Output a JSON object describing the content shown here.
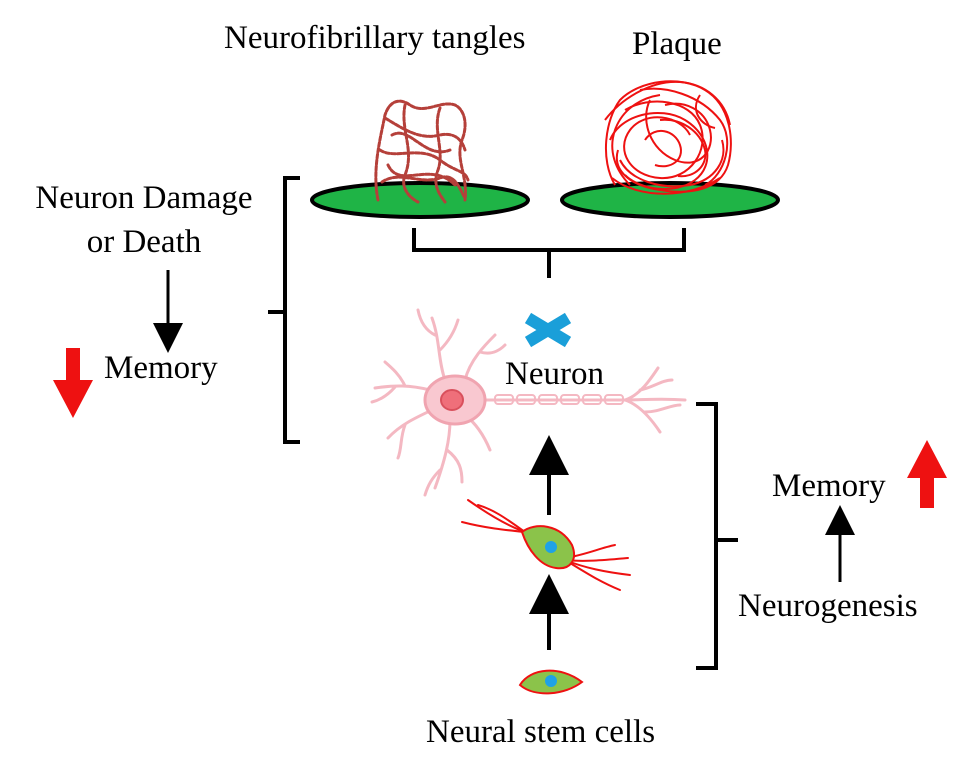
{
  "labels": {
    "tangles": "Neurofibrillary tangles",
    "plaque": "Plaque",
    "damage_line1": "Neuron Damage",
    "damage_line2": "or Death",
    "memory_left": "Memory",
    "neuron": "Neuron",
    "memory_right": "Memory",
    "neurogenesis": "Neurogenesis",
    "stem_cells": "Neural stem cells"
  },
  "colors": {
    "disc_fill": "#1fb446",
    "plaque_red": "#ee1111",
    "tangle_brown": "#b5403a",
    "neuron_pink": "#f4b8c2",
    "soma_fill": "#f9c8d0",
    "nucleus": "#ef6f7a",
    "cross_blue": "#1a9fd9",
    "stem_cell_fill": "#8bc34a",
    "stem_nucleus": "#1fa2e6",
    "decrease_arrow": "#ee1111",
    "increase_arrow": "#ee1111"
  },
  "icons": {
    "block": "cross-icon",
    "decrease": "down-arrow-icon",
    "increase": "up-arrow-icon"
  }
}
